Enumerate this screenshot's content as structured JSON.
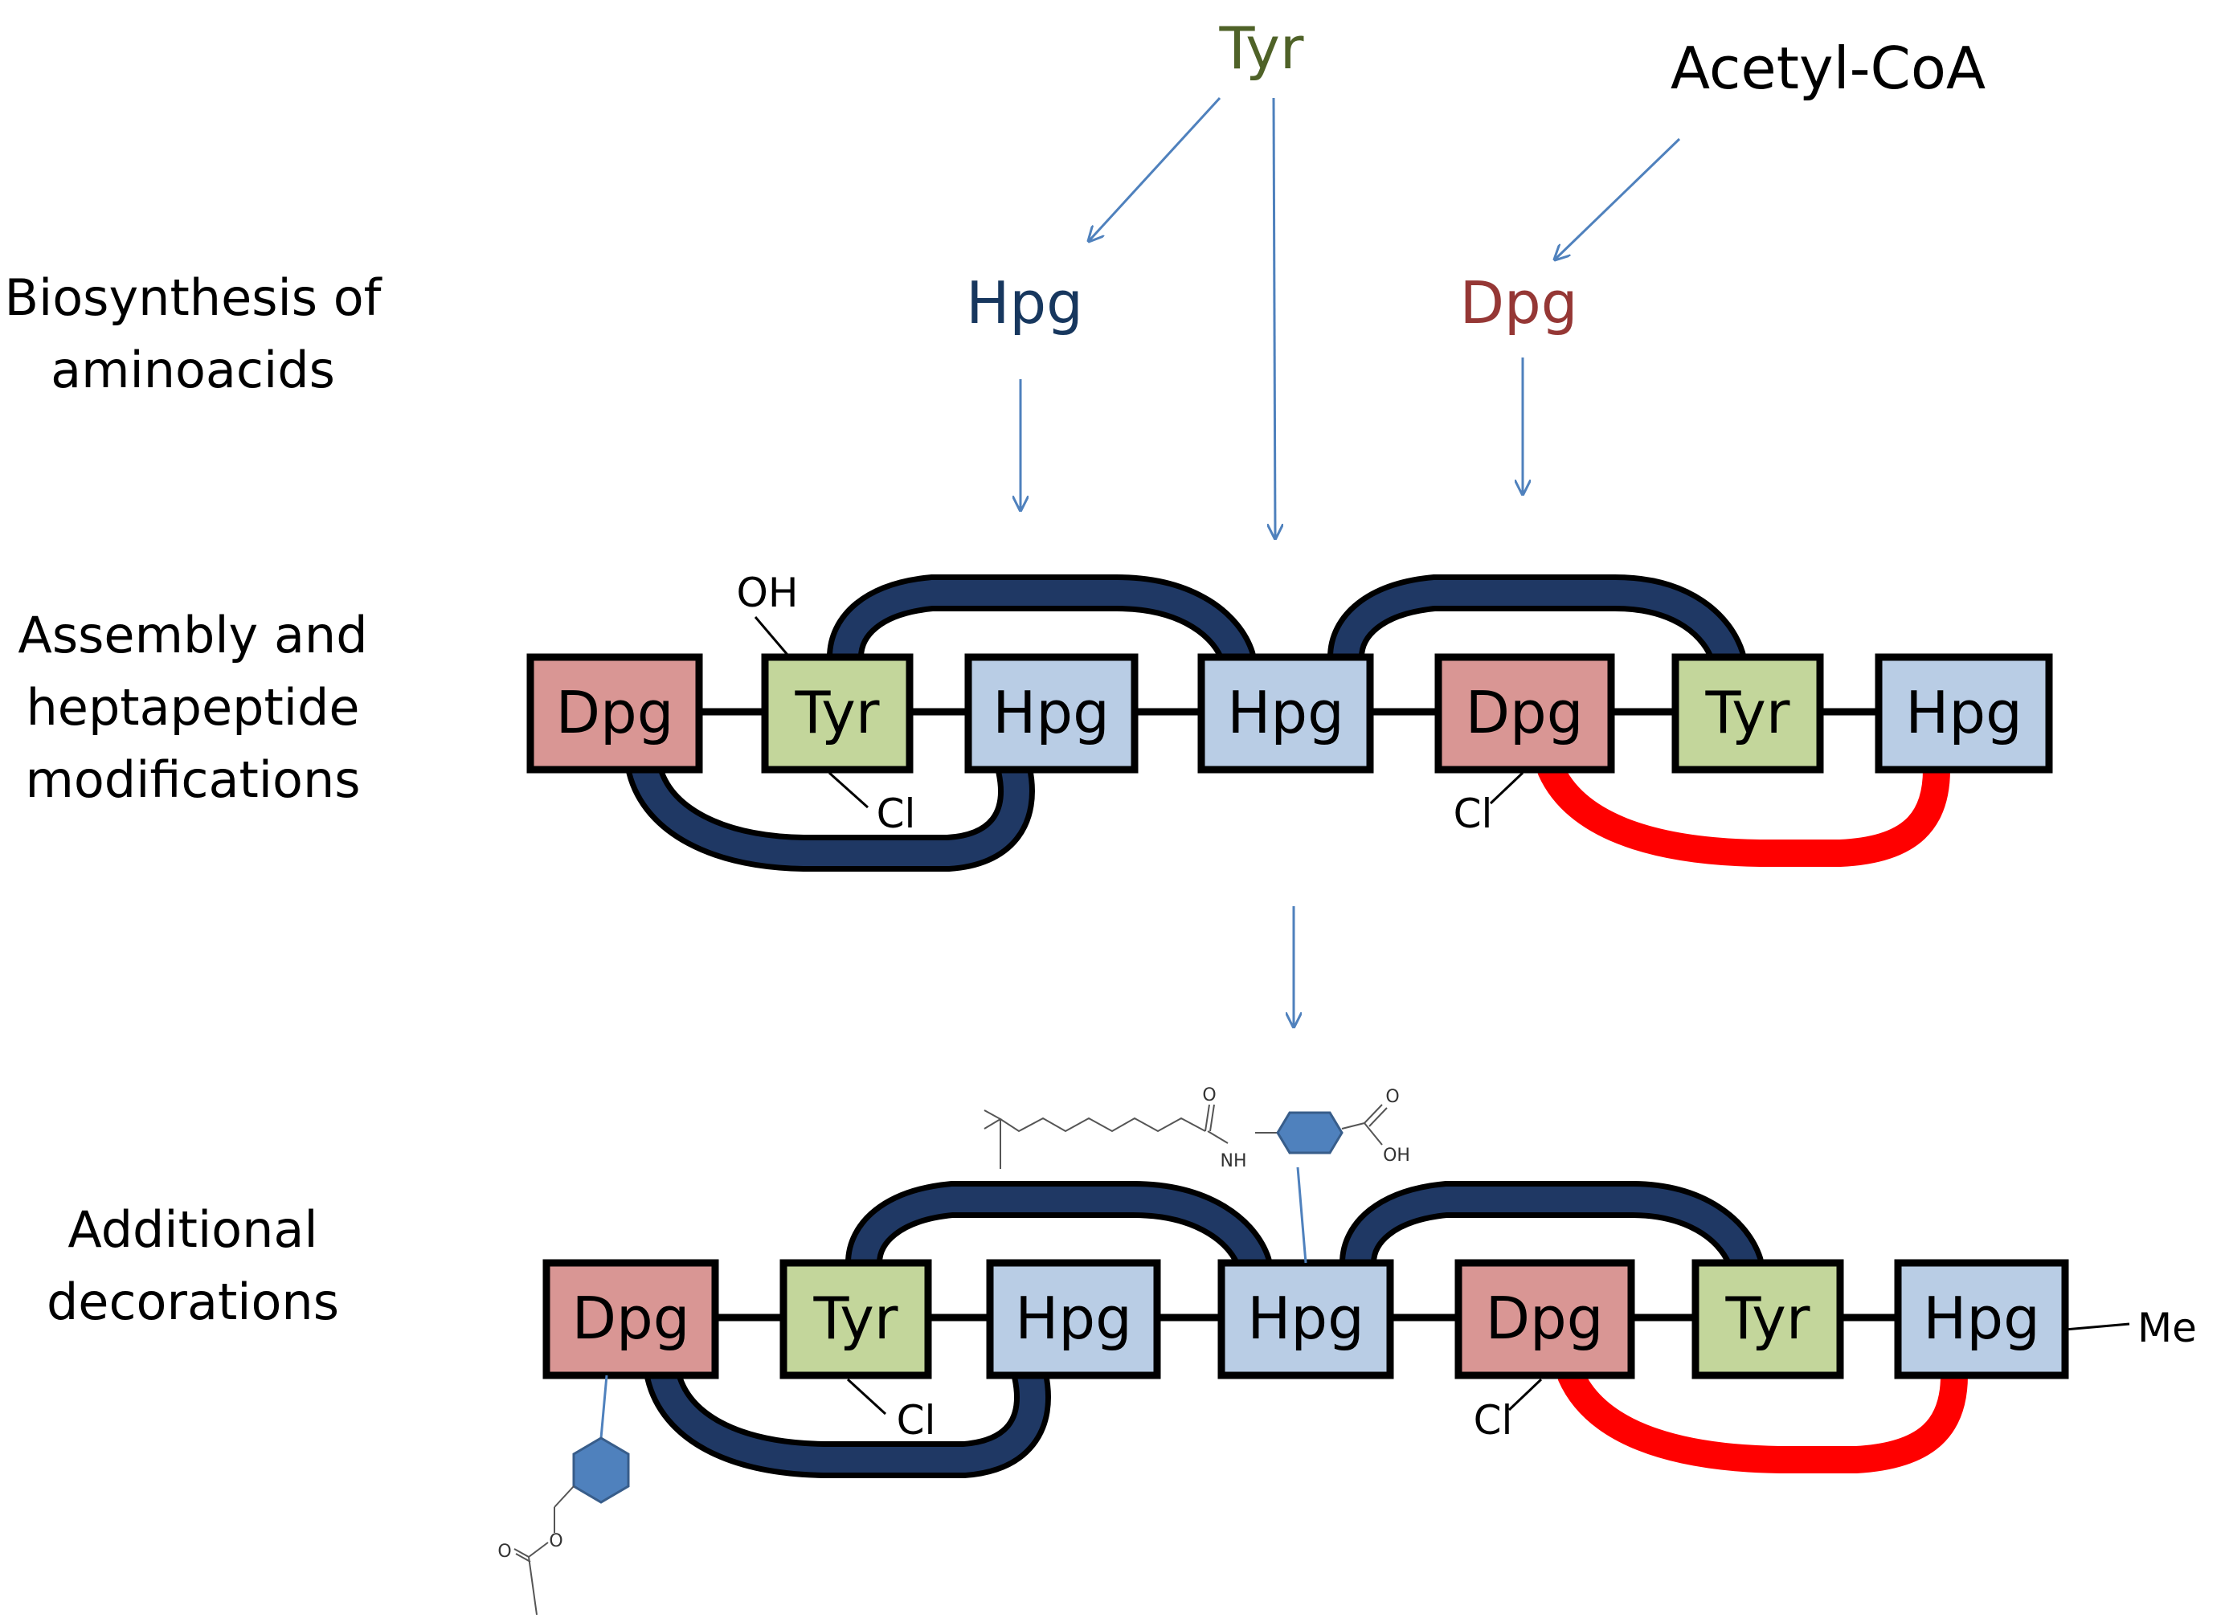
{
  "stages": {
    "biosynthesis_line1": "Biosynthesis of",
    "biosynthesis_line2": "aminoacids",
    "assembly_line1": "Assembly and",
    "assembly_line2": "heptapeptide",
    "assembly_line3": "modifications",
    "decorations_line1": "Additional",
    "decorations_line2": "decorations"
  },
  "precursors": {
    "tyr": "Tyr",
    "acetyl_coa": "Acetyl-CoA",
    "hpg": "Hpg",
    "dpg": "Dpg"
  },
  "heptapeptide": {
    "residues": [
      "Dpg",
      "Tyr",
      "Hpg",
      "Hpg",
      "Dpg",
      "Tyr",
      "Hpg"
    ],
    "substituents": {
      "hydroxyl": "OH",
      "chloro_tyr": "Cl",
      "chloro_dpg": "Cl"
    }
  },
  "decorated_heptapeptide": {
    "residues": [
      "Dpg",
      "Tyr",
      "Hpg",
      "Hpg",
      "Dpg",
      "Tyr",
      "Hpg"
    ],
    "substituents": {
      "chloro_tyr": "Cl",
      "chloro_dpg": "Cl",
      "methyl": "Me"
    },
    "lipid_moiety": {
      "carbonyl_o": "O",
      "amide_nh": "NH",
      "acid_o": "O",
      "acid_oh": "OH"
    },
    "sugar_moiety": {
      "ester_o1": "O",
      "ester_o2": "O"
    }
  },
  "colors": {
    "dpg_fill": "#d99694",
    "tyr_fill": "#c3d69b",
    "hpg_fill": "#b9cde5",
    "crosslink_dark": "#1f3864",
    "crosslink_red": "#ff0000",
    "arrow": "#4f81bd",
    "tyr_text": "#4f6228",
    "hpg_text": "#17375e",
    "dpg_text": "#953735",
    "hexagon_fill": "#4f81bd",
    "hexagon_stroke": "#385d8a"
  }
}
